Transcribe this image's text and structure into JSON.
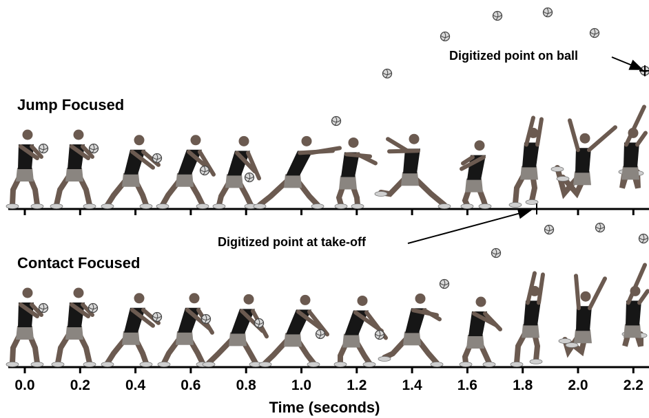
{
  "rows": {
    "top_title": "Jump Focused",
    "bottom_title": "Contact Focused"
  },
  "annotations": {
    "ball_point": "Digitized point on ball",
    "takeoff_point": "Digitized point at take-off"
  },
  "time_axis": {
    "title": "Time (seconds)",
    "ticks": [
      "0.0",
      "0.2",
      "0.4",
      "0.6",
      "0.8",
      "1.0",
      "1.2",
      "1.4",
      "1.6",
      "1.8",
      "2.0",
      "2.2"
    ]
  },
  "colors": {
    "shirt": "#161616",
    "shorts": "#8a8580",
    "skin": "#6b5a50",
    "shoe": "#cfcfcf",
    "ball": "#d8d8d8",
    "line": "#000000"
  }
}
